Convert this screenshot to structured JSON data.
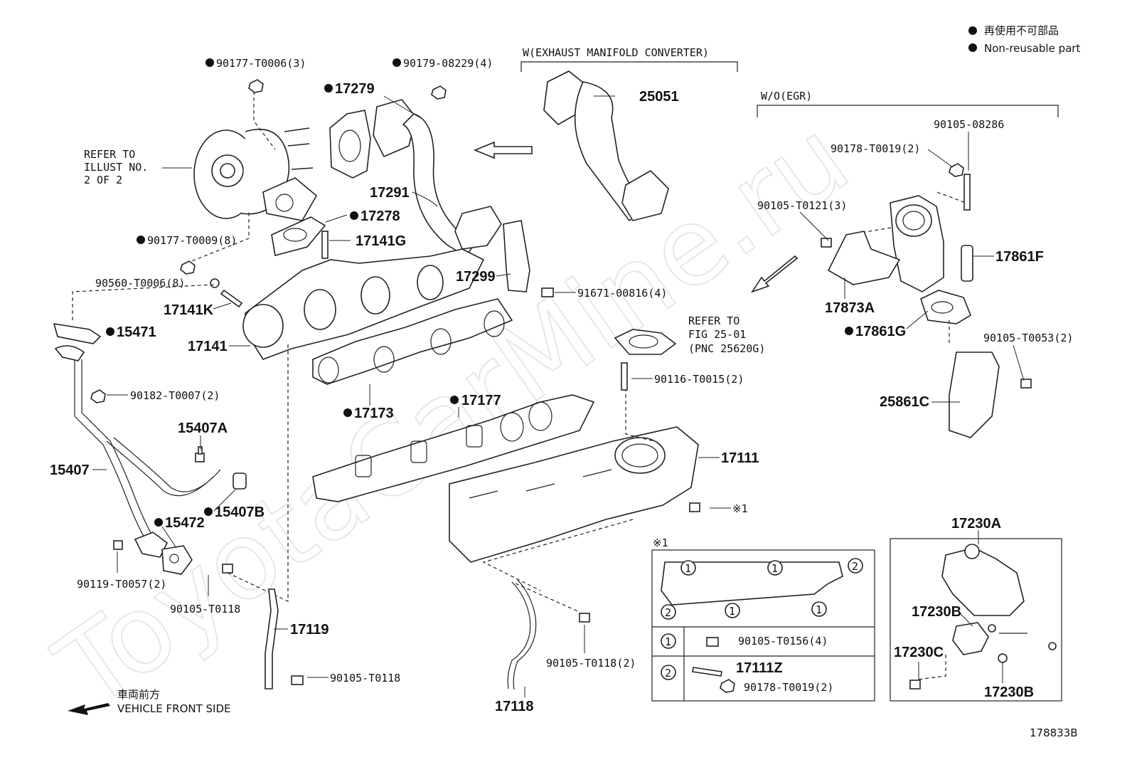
{
  "legend": {
    "jp": "再使用不可部品",
    "en": "Non-reusable part"
  },
  "watermark": "ToyotaCarMine.ru",
  "groups": {
    "w_exhaust": "W(EXHAUST MANIFOLD CONVERTER)",
    "wo_egr": "W/O(EGR)",
    "refer_illust": [
      "REFER TO",
      "ILLUST NO.",
      "2 OF 2"
    ],
    "refer_fig": [
      "REFER TO",
      "FIG 25-01",
      "(PNC 25620G)"
    ]
  },
  "labels": {
    "p90177_T0006": "90177-T0006(3)",
    "p90179_08229": "90179-08229(4)",
    "p17279": "17279",
    "p25051": "25051",
    "p17291": "17291",
    "p17278": "17278",
    "p17141G": "17141G",
    "p90177_T0009": "90177-T0009(8)",
    "p90560_T0006": "90560-T0006(8)",
    "p17141K": "17141K",
    "p17299": "17299",
    "p91671_00816": "91671-00816(4)",
    "p15471": "15471",
    "p17141": "17141",
    "p17173": "17173",
    "p90182_T0007": "90182-T0007(2)",
    "p15407A": "15407A",
    "p15407": "15407",
    "p15472": "15472",
    "p15407B": "15407B",
    "p90119_T0057": "90119-T0057(2)",
    "p90105_T0118_a": "90105-T0118",
    "p17119": "17119",
    "p90105_T0118_b": "90105-T0118",
    "p17177": "17177",
    "p90116_T0015": "90116-T0015(2)",
    "p17111": "17111",
    "mark1": "※1",
    "p90105_T0118_c": "90105-T0118(2)",
    "p17118": "17118",
    "p90105_08286": "90105-08286",
    "p90178_T0019": "90178-T0019(2)",
    "p90105_T0121": "90105-T0121(3)",
    "p17861F": "17861F",
    "p17873A": "17873A",
    "p17861G": "17861G",
    "p90105_T0053": "90105-T0053(2)",
    "p25861C": "25861C",
    "p17230A": "17230A",
    "p17230B_a": "17230B",
    "p17230C": "17230C",
    "p17230B_b": "17230B"
  },
  "inset": {
    "title": "※1",
    "circle1": "1",
    "circle2": "2",
    "row1_part": "90105-T0156(4)",
    "row2_part_a": "17111Z",
    "row2_part_b": "90178-T0019(2)"
  },
  "front": {
    "jp": "車両前方",
    "en": "VEHICLE FRONT SIDE"
  },
  "illus_code": "178833B"
}
